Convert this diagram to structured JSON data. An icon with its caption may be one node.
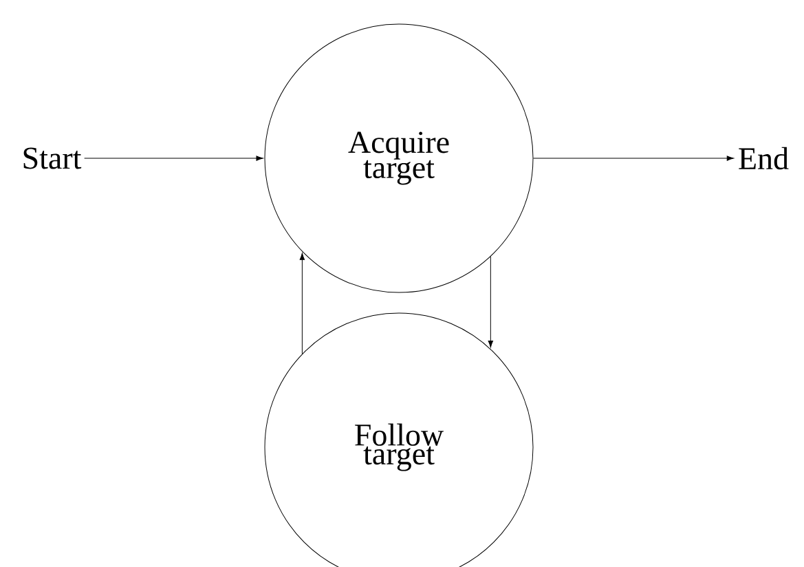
{
  "diagram": {
    "nodes": [
      {
        "text": [
          "Start"
        ]
      },
      {
        "text": [
          "Acquire target"
        ]
      },
      {
        "text": [
          "Follow target"
        ]
      },
      {
        "text": [
          "End"
        ]
      }
    ],
    "edges": [
      {
        "from": 0,
        "to": 1,
        "arrow": "to"
      },
      {
        "from": 1,
        "to": 3,
        "arrow": "to"
      },
      {
        "from": 2,
        "to": 1,
        "arrow": "to"
      },
      {
        "from": 1,
        "to": 2,
        "arrow": "to"
      }
    ]
  }
}
